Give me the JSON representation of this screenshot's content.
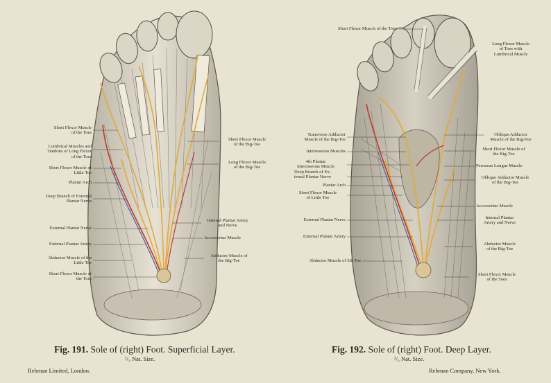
{
  "fig191": {
    "caption_number": "Fig. 191.",
    "caption_text": "Sole of (right) Foot.  Superficial Layer.",
    "scale": "²/₃ Nat. Size.",
    "labels_left": [
      "Short Flexor Muscle\nof the Toes",
      "Lumbrical Muscles and\nTendons of Long Flexor\nof the Toes",
      "Short Flexor Muscle of\nLittle Toe",
      "Plantar Arch",
      "Deep Branch of External\nPlantar Nerve",
      "External Plantar Nerve",
      "External Plantar Artery",
      "Abductor Muscle of the\nLittle Toe",
      "Short Flexor Muscle of\nthe Toes"
    ],
    "labels_right": [
      "Short Flexor Muscle\nof the Big-Toe",
      "Long Flexor Muscle\nof the Big-Toe",
      "Internal Plantar Artery\nand Nerve",
      "Accessorius Muscle",
      "Abductor Muscle of\nthe Big-Toe"
    ]
  },
  "fig192": {
    "caption_number": "Fig. 192.",
    "caption_text": "Sole of (right) Foot.  Deep Layer.",
    "scale": "²/₃ Nat. Size.",
    "labels_left": [
      "Transverse Adductor\nMuscle of the Big-Toe",
      "Interosseous Muscles",
      "4th Plantar\nInterosseous Muscle",
      "Deep Branch of Ex-\nternal Plantar Nerve",
      "Plantar Arch",
      "Short Flexor Muscle\nof Little Toe",
      "External Plantar Nerve",
      "External Plantar Artery",
      "Abductor Muscle of 5th Toe"
    ],
    "labels_right": [
      "Long Flexor Muscle\nof Toes with\nLumbrical Muscle",
      "Oblique Adductor\nMuscle of the Big-Toe",
      "Short Flexor Muscle of\nthe Big-Toe",
      "Peroneus Longus Muscle",
      "Oblique Adductor Muscle\nof the Big-Toe",
      "Accessorius Muscle",
      "Internal Plantar\nArtery and Nerve",
      "Abductor Muscle\nof the Big-Toe",
      "Short Flexor Muscle\nof the Toes"
    ],
    "label_top": "Short Flexor Muscle of the Toes"
  },
  "publishers": {
    "left": "Rebman Limited, London.",
    "right": "Rebman Company, New York."
  },
  "colors": {
    "paper": "#e9e4d2",
    "nerve": "#e2a93a",
    "artery": "#c0392b",
    "vein": "#4a5a9a",
    "muscle_shade": "#8a8478"
  }
}
